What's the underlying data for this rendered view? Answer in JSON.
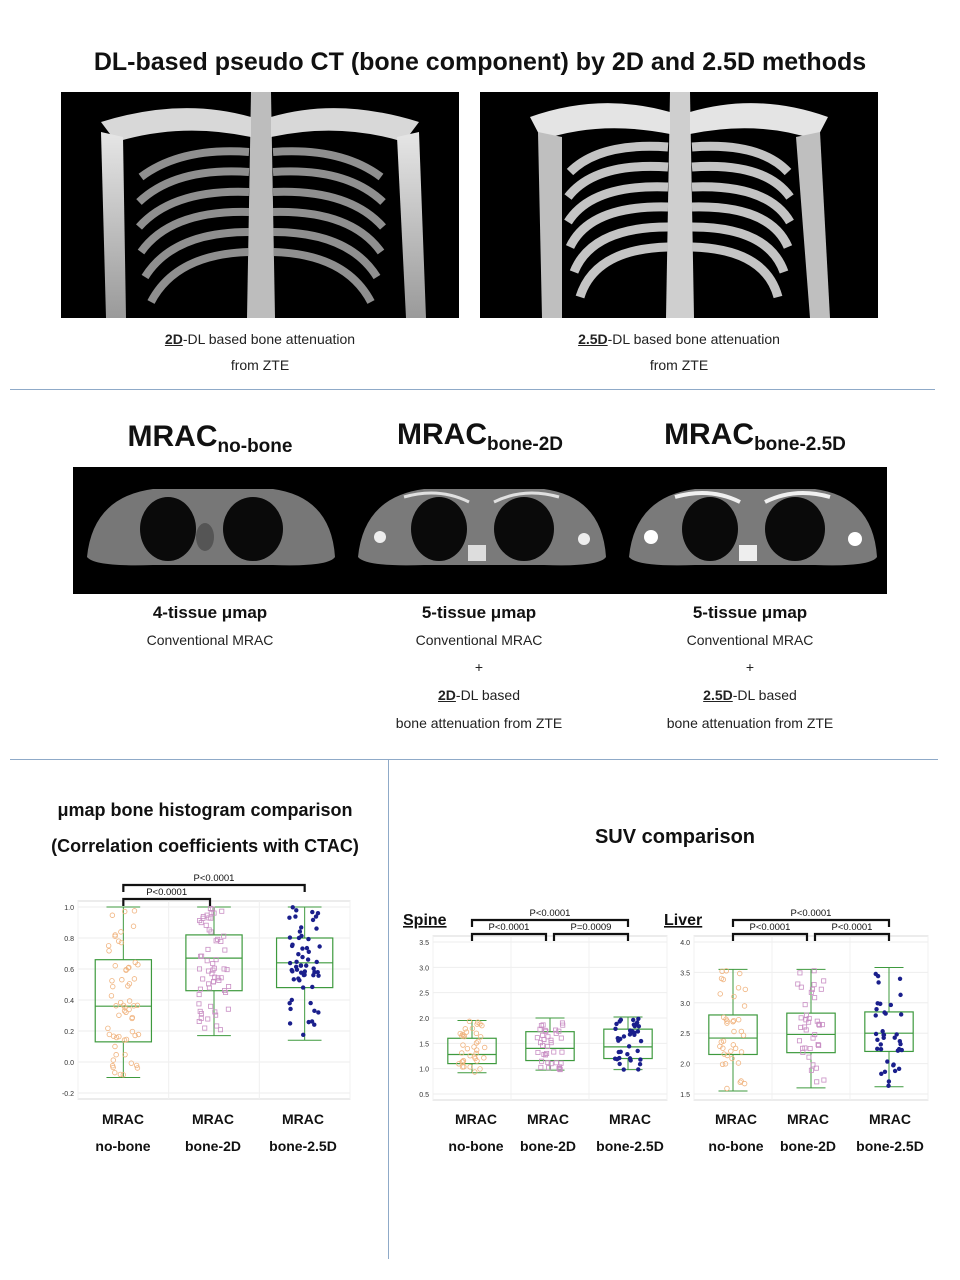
{
  "title": "DL-based pseudo CT (bone component) by 2D and 2.5D methods",
  "top_panels": [
    {
      "caption_bold": "2D",
      "caption_rest": "-DL based bone attenuation",
      "caption_line2": "from ZTE"
    },
    {
      "caption_bold": "2.5D",
      "caption_rest": "-DL based bone attenuation",
      "caption_line2": "from ZTE"
    }
  ],
  "mrac_headers": [
    {
      "main": "MRAC",
      "sub": "no-bone"
    },
    {
      "main": "MRAC",
      "sub": "bone-2D"
    },
    {
      "main": "MRAC",
      "sub": "bone-2.5D"
    }
  ],
  "mrac_captions": [
    {
      "tissue": "4-tissue μmap",
      "line1": "Conventional MRAC",
      "plus": "",
      "bold": "",
      "rest": "",
      "line3": ""
    },
    {
      "tissue": "5-tissue μmap",
      "line1": "Conventional MRAC",
      "plus": "+",
      "bold": "2D",
      "rest": "-DL based",
      "line3": "bone attenuation from ZTE"
    },
    {
      "tissue": "5-tissue μmap",
      "line1": "Conventional MRAC",
      "plus": "+",
      "bold": "2.5D",
      "rest": "-DL based",
      "line3": "bone attenuation from ZTE"
    }
  ],
  "left_section": {
    "title_line1": "μmap bone histogram comparison",
    "title_line2": "(Correlation coefficients with CTAC)"
  },
  "right_section": {
    "title": "SUV comparison"
  },
  "colors": {
    "no_bone": "#f0b37e",
    "bone_2d": "#c98fc4",
    "bone_25d": "#1a1f8c",
    "box": "#3e9a3e",
    "divider": "#8faac8"
  },
  "chart_data": [
    {
      "type": "box",
      "name": "histogram",
      "title": "",
      "categories": [
        [
          "MRAC",
          "no-bone"
        ],
        [
          "MRAC",
          "bone-2D"
        ],
        [
          "MRAC",
          "bone-2.5D"
        ]
      ],
      "ylim": [
        -0.2,
        1.0
      ],
      "yticks": [
        "-0.2",
        "0.0",
        "0.2",
        "0.4",
        "0.6",
        "0.8",
        "1.0"
      ],
      "boxes": [
        {
          "min": -0.1,
          "q1": 0.13,
          "median": 0.36,
          "q3": 0.66,
          "max": 1.0
        },
        {
          "min": 0.17,
          "q1": 0.46,
          "median": 0.67,
          "q3": 0.82,
          "max": 1.0
        },
        {
          "min": 0.14,
          "q1": 0.48,
          "median": 0.64,
          "q3": 0.8,
          "max": 1.0
        }
      ],
      "brackets": [
        {
          "from": 0,
          "to": 2,
          "label": "P<0.0001",
          "level": 2
        },
        {
          "from": 0,
          "to": 1,
          "label": "P<0.0001",
          "level": 1
        }
      ]
    },
    {
      "type": "box",
      "name": "spine",
      "title": "Spine",
      "categories": [
        [
          "MRAC",
          "no-bone"
        ],
        [
          "MRAC",
          "bone-2D"
        ],
        [
          "MRAC",
          "bone-2.5D"
        ]
      ],
      "ylim": [
        0.5,
        3.5
      ],
      "yticks": [
        "0.5",
        "1.0",
        "1.5",
        "2.0",
        "2.5",
        "3.0",
        "3.5"
      ],
      "boxes": [
        {
          "min": 0.92,
          "q1": 1.1,
          "median": 1.28,
          "q3": 1.6,
          "max": 1.95
        },
        {
          "min": 0.97,
          "q1": 1.16,
          "median": 1.4,
          "q3": 1.73,
          "max": 2.0
        },
        {
          "min": 0.98,
          "q1": 1.2,
          "median": 1.43,
          "q3": 1.78,
          "max": 2.02
        }
      ],
      "brackets": [
        {
          "from": 0,
          "to": 2,
          "label": "P<0.0001",
          "level": 2
        },
        {
          "from": 0,
          "to": 1,
          "label": "P<0.0001",
          "level": 1
        },
        {
          "from": 1,
          "to": 2,
          "label": "P=0.0009",
          "level": 1
        }
      ]
    },
    {
      "type": "box",
      "name": "liver",
      "title": "Liver",
      "categories": [
        [
          "MRAC",
          "no-bone"
        ],
        [
          "MRAC",
          "bone-2D"
        ],
        [
          "MRAC",
          "bone-2.5D"
        ]
      ],
      "ylim": [
        1.5,
        4.0
      ],
      "yticks": [
        "1.5",
        "2.0",
        "2.5",
        "3.0",
        "3.5",
        "4.0"
      ],
      "boxes": [
        {
          "min": 1.55,
          "q1": 2.15,
          "median": 2.42,
          "q3": 2.8,
          "max": 3.55
        },
        {
          "min": 1.6,
          "q1": 2.18,
          "median": 2.48,
          "q3": 2.83,
          "max": 3.55
        },
        {
          "min": 1.62,
          "q1": 2.2,
          "median": 2.5,
          "q3": 2.85,
          "max": 3.58
        }
      ],
      "brackets": [
        {
          "from": 0,
          "to": 2,
          "label": "P<0.0001",
          "level": 2
        },
        {
          "from": 0,
          "to": 1,
          "label": "P<0.0001",
          "level": 1
        },
        {
          "from": 1,
          "to": 2,
          "label": "P<0.0001",
          "level": 1
        }
      ]
    }
  ]
}
